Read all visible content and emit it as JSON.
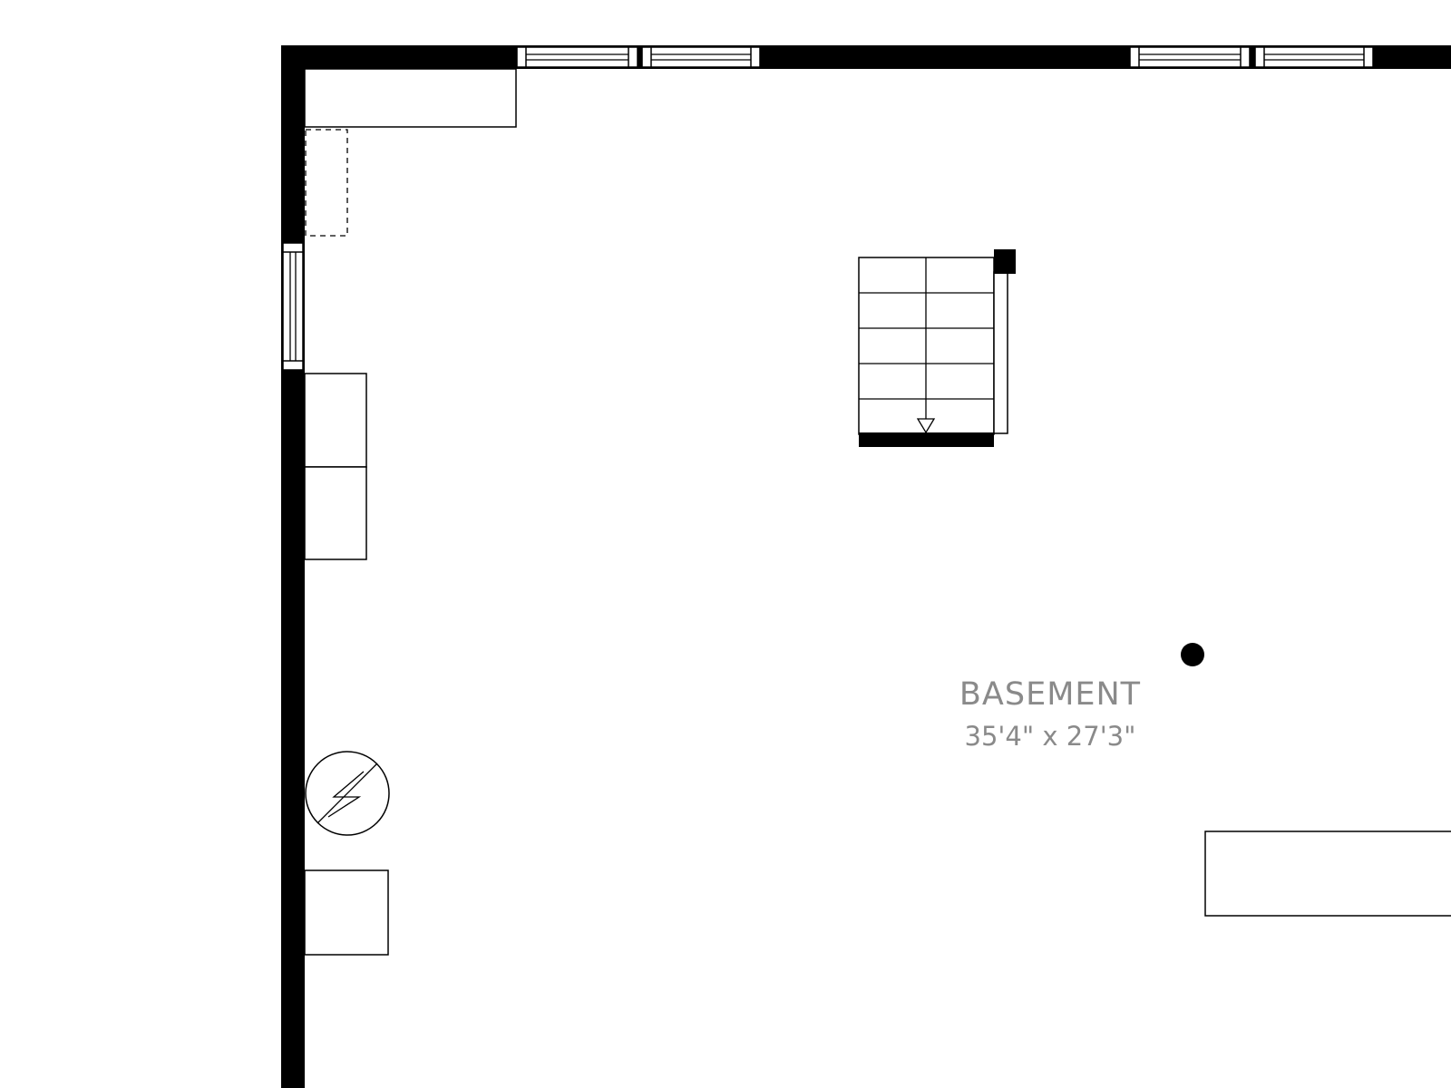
{
  "room": {
    "name": "BASEMENT",
    "dimensions": "35'4\" x 27'3\""
  },
  "colors": {
    "wall": "#000000",
    "background": "#ffffff",
    "label": "#8a8a8a"
  },
  "icons": {
    "stairs_arrow": "down-arrow-icon",
    "electrical_panel": "lightning-icon",
    "column": "column-post"
  }
}
